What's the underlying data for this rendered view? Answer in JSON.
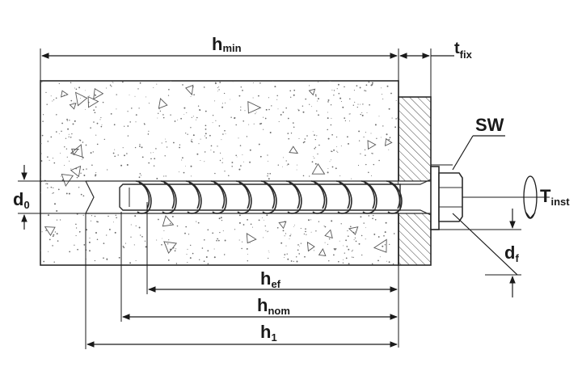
{
  "labels": {
    "hmin_main": "h",
    "hmin_sub": "min",
    "tfix_main": "t",
    "tfix_sub": "fix",
    "sw": "SW",
    "tinst_main": "T",
    "tinst_sub": "inst",
    "d0_main": "d",
    "d0_sub": "0",
    "df_main": "d",
    "df_sub": "f",
    "hef_main": "h",
    "hef_sub": "ef",
    "hnom_main": "h",
    "hnom_sub": "nom",
    "h1_main": "h",
    "h1_sub": "1"
  },
  "colors": {
    "line": "#1a1a1a",
    "concrete_bg": "#ffffff",
    "speckle": "#6a6a6a",
    "hatch": "#444444"
  }
}
